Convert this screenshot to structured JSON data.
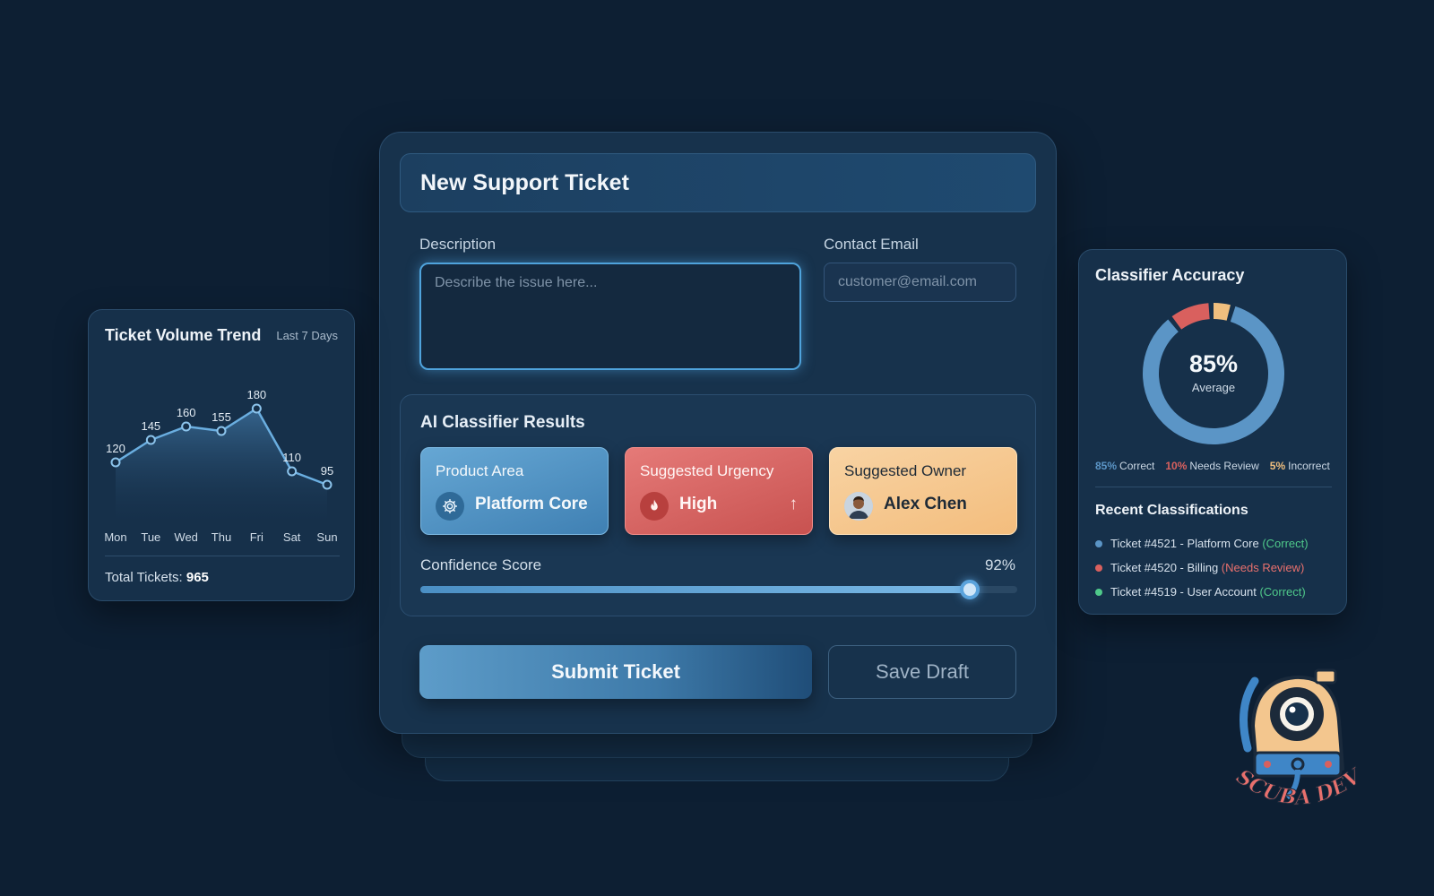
{
  "ticket_form": {
    "title": "New Support Ticket",
    "description_label": "Description",
    "description_placeholder": "Describe the issue here...",
    "email_label": "Contact Email",
    "email_placeholder": "customer@email.com",
    "classifier": {
      "title": "AI Classifier Results",
      "product_area": {
        "label": "Product Area",
        "value": "Platform Core",
        "icon": "gear-icon"
      },
      "urgency": {
        "label": "Suggested Urgency",
        "value": "High",
        "icon": "flame-icon",
        "trend_icon": "arrow-up-icon"
      },
      "owner": {
        "label": "Suggested Owner",
        "value": "Alex Chen",
        "icon": "avatar"
      },
      "confidence_label": "Confidence Score",
      "confidence_value": "92%",
      "confidence_fraction": 0.92
    },
    "submit_label": "Submit Ticket",
    "draft_label": "Save Draft"
  },
  "trend": {
    "title": "Ticket Volume Trend",
    "range": "Last 7 Days",
    "total_label": "Total Tickets:",
    "total_value": "965",
    "chart_data": {
      "type": "area",
      "categories": [
        "Mon",
        "Tue",
        "Wed",
        "Thu",
        "Fri",
        "Sat",
        "Sun"
      ],
      "values": [
        120,
        145,
        160,
        155,
        180,
        110,
        95
      ],
      "ylim": [
        60,
        200
      ]
    }
  },
  "accuracy": {
    "title": "Classifier Accuracy",
    "center_value": "85%",
    "center_label": "Average",
    "segments": [
      {
        "pct": "85%",
        "label": "Correct",
        "value": 85,
        "color": "#5b95c6"
      },
      {
        "pct": "10%",
        "label": "Needs Review",
        "value": 10,
        "color": "#d9605e"
      },
      {
        "pct": "5%",
        "label": "Incorrect",
        "value": 5,
        "color": "#f0bf7e"
      }
    ],
    "recent_title": "Recent Classifications",
    "recent": [
      {
        "text": "Ticket #4521 - Platform Core",
        "status": "(Correct)",
        "dot": "#5b95c6",
        "status_color": "#4fc98a"
      },
      {
        "text": "Ticket #4520 - Billing",
        "status": "(Needs Review)",
        "dot": "#d9605e",
        "status_color": "#e8706d"
      },
      {
        "text": "Ticket #4519 - User Account",
        "status": "(Correct)",
        "dot": "#4fc98a",
        "status_color": "#4fc98a"
      }
    ]
  },
  "logo": {
    "text": "SCUBA DEV",
    "icon": "diving-helmet-icon"
  }
}
